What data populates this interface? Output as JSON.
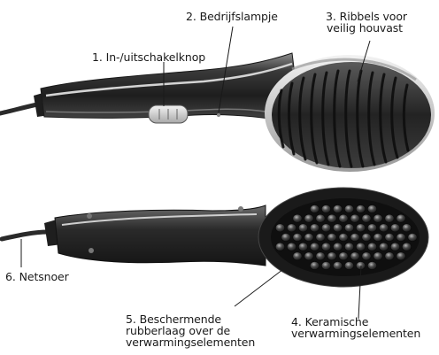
{
  "callouts": {
    "power_button": {
      "number": "1.",
      "text": "In-/uitschakelknop"
    },
    "indicator_light": {
      "number": "2.",
      "text": "Bedrijfslampje"
    },
    "grip_ribs": {
      "number": "3.",
      "lines": [
        "Ribbels voor",
        "veilig houvast"
      ]
    },
    "ceramic_elements": {
      "number": "4.",
      "lines": [
        "Keramische",
        "verwarmingselementen"
      ]
    },
    "protective_layer": {
      "number": "5.",
      "lines": [
        "Beschermende",
        "rubberlaag over de",
        "verwarmingselementen"
      ]
    },
    "power_cord": {
      "number": "6.",
      "text": "Netsnoer"
    }
  },
  "colors": {
    "body": "#2b2b2b",
    "body_highlight": "#8a8a8a",
    "rim": "#c9c9c9",
    "leader_line": "#1a1a1a",
    "text": "#1a1a1a"
  }
}
